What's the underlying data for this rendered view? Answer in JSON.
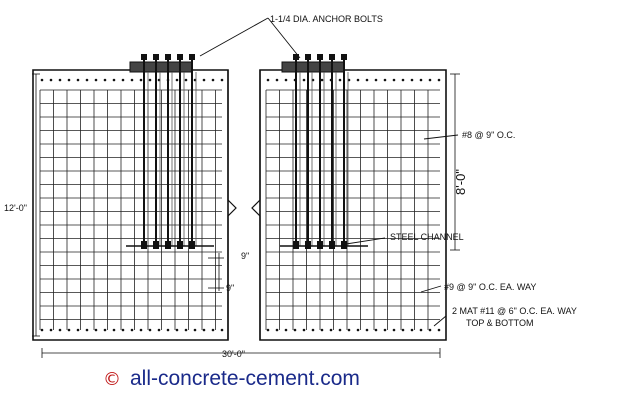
{
  "labels": {
    "anchor_bolts": "1-1/4 DIA. ANCHOR BOLTS",
    "rebar_top": "#8 @ 9\" O.C.",
    "height_8": "8'-0\"",
    "height_12": "12'-0\"",
    "steel_channel": "STEEL CHANNEL",
    "spacing_a": "9\"",
    "spacing_b": "9\"",
    "rebar_ea_way": "#9 @ 9\" O.C. EA. WAY",
    "mat_line1": "2 MAT #11 @ 6\" O.C. EA. WAY",
    "mat_line2": "TOP & BOTTOM",
    "width_30": "30'-0\""
  },
  "credit": {
    "symbol": "©",
    "text": "all-concrete-cement.com"
  },
  "colors": {
    "ink": "#111111",
    "credit": "#1a2a8a",
    "copyright": "#c01818"
  }
}
